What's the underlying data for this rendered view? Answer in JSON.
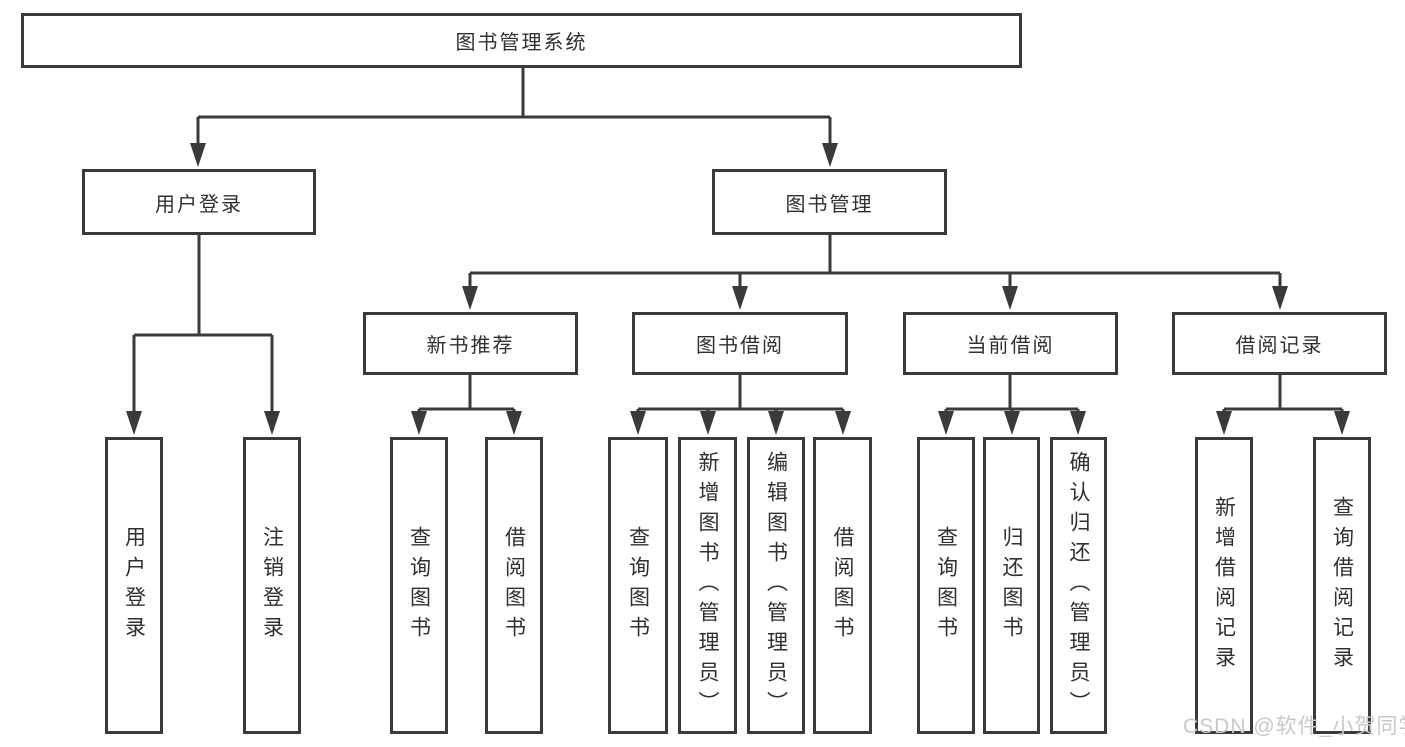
{
  "diagram": {
    "root": {
      "label": "图书管理系统"
    },
    "level2": [
      {
        "label": "用户登录",
        "children": [
          {
            "label": "用户登录"
          },
          {
            "label": "注销登录"
          }
        ]
      },
      {
        "label": "图书管理",
        "children": [
          {
            "label": "新书推荐",
            "children": [
              {
                "label": "查询图书"
              },
              {
                "label": "借阅图书"
              }
            ]
          },
          {
            "label": "图书借阅",
            "children": [
              {
                "label": "查询图书"
              },
              {
                "label": "新增图书（管理员）"
              },
              {
                "label": "编辑图书（管理员）"
              },
              {
                "label": "借阅图书"
              }
            ]
          },
          {
            "label": "当前借阅",
            "children": [
              {
                "label": "查询图书"
              },
              {
                "label": "归还图书"
              },
              {
                "label": "确认归还（管理员）"
              }
            ]
          },
          {
            "label": "借阅记录",
            "children": [
              {
                "label": "新增借阅记录"
              },
              {
                "label": "查询借阅记录"
              }
            ]
          }
        ]
      }
    ]
  },
  "watermark": {
    "text": "CSDN @软件_小贺同学"
  },
  "colors": {
    "line": "#3a3a3a",
    "box_border": "#3a3a3a",
    "box_fill": "#ffffff",
    "text": "#303030",
    "watermark": "#c9c9c9",
    "background": "#ffffff"
  }
}
